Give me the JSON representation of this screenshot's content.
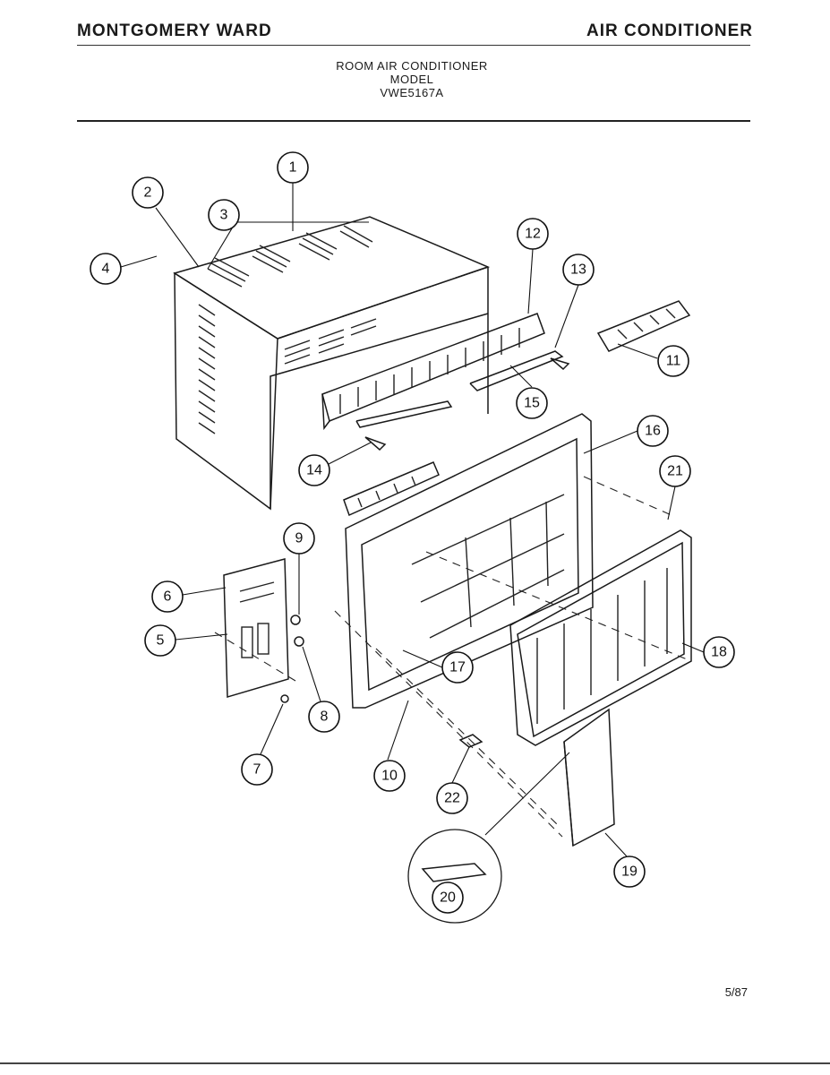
{
  "header": {
    "brand": "MONTGOMERY WARD",
    "category": "AIR CONDITIONER"
  },
  "subtitle": {
    "line1": "ROOM AIR CONDITIONER",
    "line2": "MODEL",
    "line3": "VWE5167A"
  },
  "footer": {
    "date": "5/87"
  },
  "callouts": {
    "c1": "1",
    "c2": "2",
    "c3": "3",
    "c4": "4",
    "c5": "5",
    "c6": "6",
    "c7": "7",
    "c8": "8",
    "c9": "9",
    "c10": "10",
    "c11": "11",
    "c12": "12",
    "c13": "13",
    "c14": "14",
    "c15": "15",
    "c16": "16",
    "c17": "17",
    "c18": "18",
    "c19": "19",
    "c20": "20",
    "c21": "21",
    "c22": "22"
  }
}
